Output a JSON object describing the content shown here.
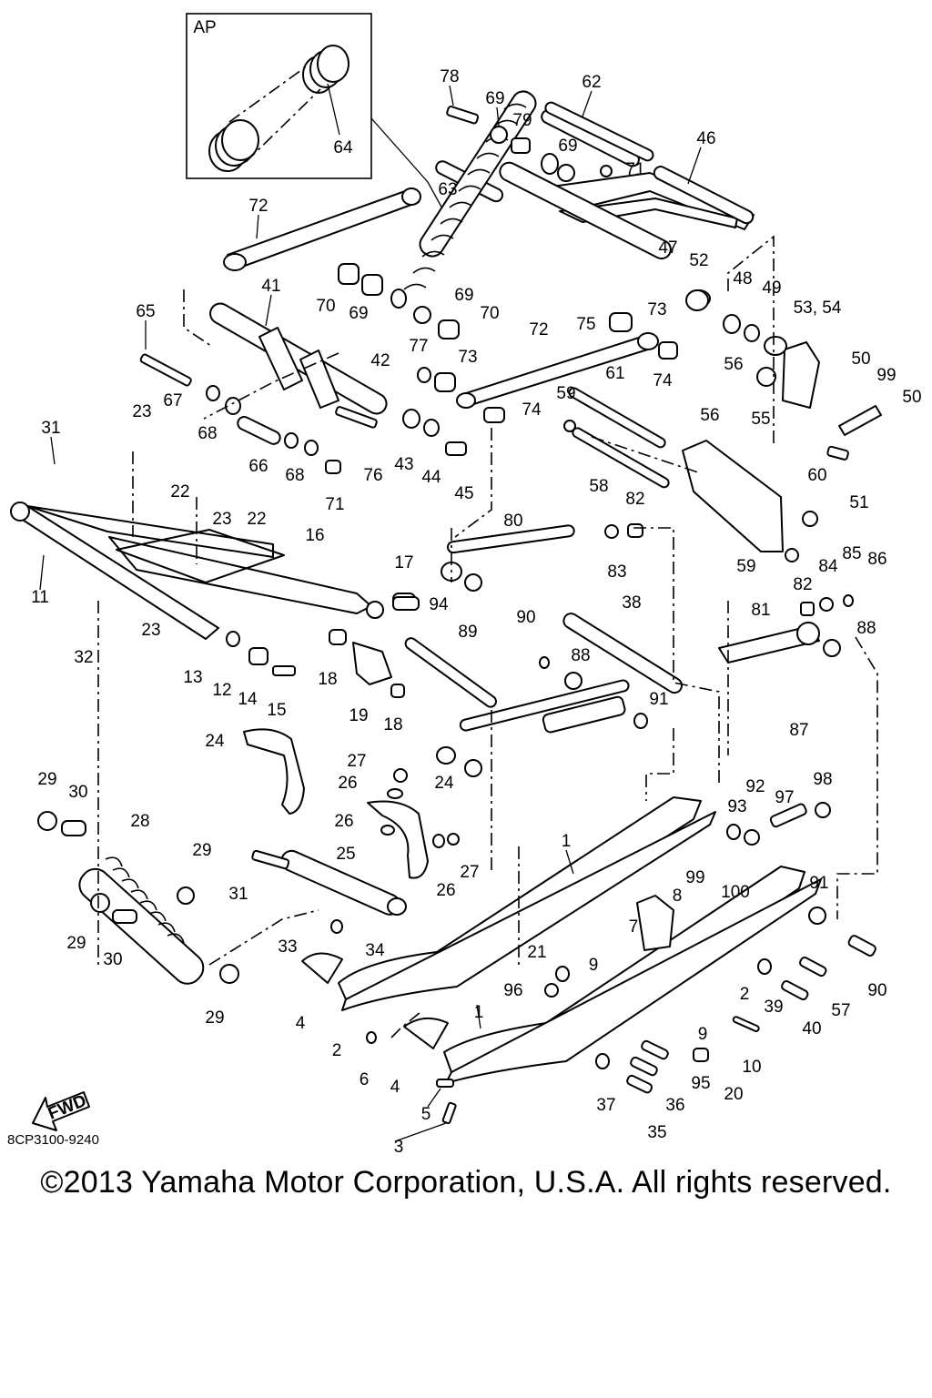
{
  "inset": {
    "title": "AP",
    "label": "64"
  },
  "fwd_label": "FWD",
  "catalog_code": "8CP3100-9240",
  "copyright": "©2013 Yamaha Motor Corporation, U.S.A. All rights reserved.",
  "callouts": [
    "78",
    "69",
    "79",
    "62",
    "69",
    "71",
    "46",
    "63",
    "72",
    "41",
    "70",
    "69",
    "65",
    "69",
    "70",
    "47",
    "52",
    "48",
    "49",
    "53, 54",
    "42",
    "77",
    "73",
    "72",
    "75",
    "73",
    "56",
    "50",
    "99",
    "50",
    "67",
    "68",
    "23",
    "61",
    "59",
    "74",
    "74",
    "55",
    "31",
    "22",
    "66",
    "68",
    "76",
    "43",
    "44",
    "45",
    "56",
    "51",
    "60",
    "58",
    "23",
    "22",
    "71",
    "82",
    "80",
    "16",
    "83",
    "17",
    "59",
    "84",
    "85",
    "86",
    "82",
    "11",
    "94",
    "38",
    "81",
    "88",
    "32",
    "23",
    "89",
    "90",
    "88",
    "13",
    "12",
    "14",
    "15",
    "18",
    "19",
    "18",
    "91",
    "87",
    "24",
    "27",
    "26",
    "24",
    "29",
    "30",
    "28",
    "26",
    "92",
    "97",
    "98",
    "93",
    "25",
    "29",
    "27",
    "26",
    "1",
    "99",
    "100",
    "91",
    "31",
    "8",
    "7",
    "29",
    "30",
    "33",
    "34",
    "4",
    "21",
    "9",
    "96",
    "2",
    "39",
    "57",
    "90",
    "1",
    "9",
    "40",
    "10",
    "2",
    "29",
    "6",
    "4",
    "95",
    "20",
    "37",
    "36",
    "5",
    "35",
    "3"
  ]
}
